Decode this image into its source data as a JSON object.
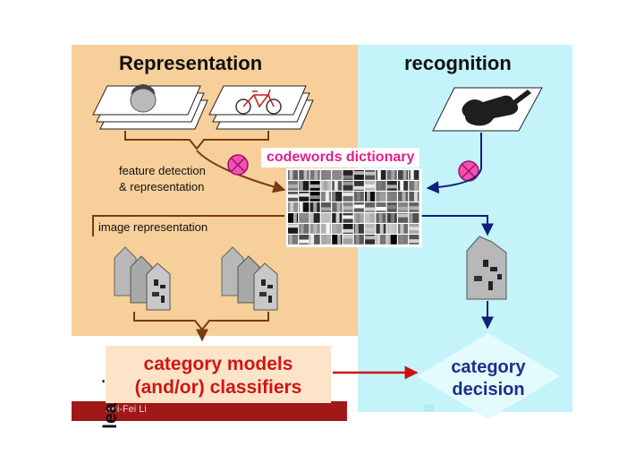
{
  "headings": {
    "representation": "Representation",
    "recognition": "recognition",
    "learning": "learning"
  },
  "labels": {
    "feature_detection_line1": "feature detection",
    "feature_detection_line2": "& representation",
    "codewords_dictionary": "codewords dictionary",
    "image_representation": "image representation"
  },
  "boxes": {
    "category_models_line1": "category models",
    "category_models_line2": "(and/or) classifiers",
    "category_decision_line1": "category",
    "category_decision_line2": "decision"
  },
  "footer": {
    "author": "Fei-Fei Li",
    "slide_number": "58"
  },
  "colors": {
    "representation_bg": "#f7cf9a",
    "recognition_bg": "#c4f3fa",
    "footer_red": "#a01818",
    "box_bg": "#fde4c8",
    "box_text": "#d01515",
    "decision_text": "#1c2e8c",
    "pink_label": "#e0208a",
    "arrow_brown": "#7a3a12",
    "arrow_blue": "#10207a",
    "arrow_red": "#cc1010"
  },
  "icons": [
    "face-image-icon",
    "bicycle-image-icon",
    "violin-image-icon",
    "crossed-circle-icon",
    "histogram-bag-icon"
  ]
}
